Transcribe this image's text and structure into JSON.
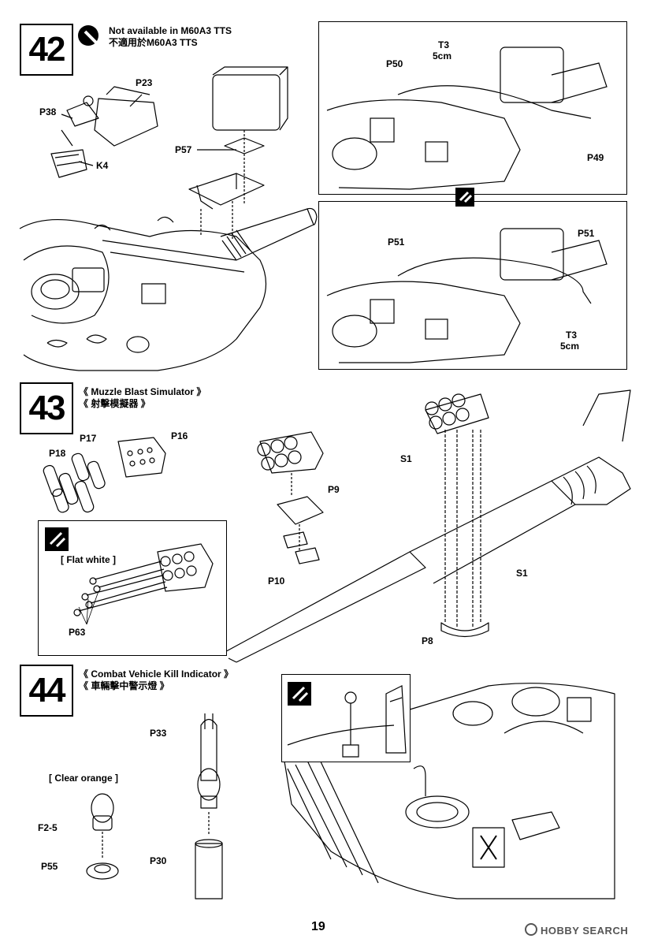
{
  "page_number": "19",
  "watermark": {
    "brand": "HOBBY SEARCH"
  },
  "steps": {
    "s42": {
      "number": "42",
      "title_en": "Not available in M60A3 TTS",
      "title_zh": "不適用於M60A3 TTS",
      "labels": {
        "p23": "P23",
        "p38": "P38",
        "k4": "K4",
        "p57": "P57",
        "p50": "P50",
        "t3a": "T3",
        "t3a_len": "5cm",
        "p49": "P49",
        "p51": "P51",
        "t3b": "T3",
        "t3b_len": "5cm"
      }
    },
    "s43": {
      "number": "43",
      "title_en": "《  Muzzle Blast Simulator  》",
      "title_zh": "《  射擊模擬器  》",
      "labels": {
        "p16": "P16",
        "p17": "P17",
        "p18": "P18",
        "p9": "P9",
        "p10": "P10",
        "s1a": "S1",
        "s1b": "S1",
        "p8": "P8",
        "flat_white": "[ Flat white ]",
        "p63": "P63"
      }
    },
    "s44": {
      "number": "44",
      "title_en": "《  Combat Vehicle Kill Indicator  》",
      "title_zh": "《  車輛擊中警示燈  》",
      "labels": {
        "clear_orange": "[ Clear orange ]",
        "f2_5": "F2-5",
        "p55": "P55",
        "p33": "P33",
        "p30": "P30"
      }
    }
  }
}
